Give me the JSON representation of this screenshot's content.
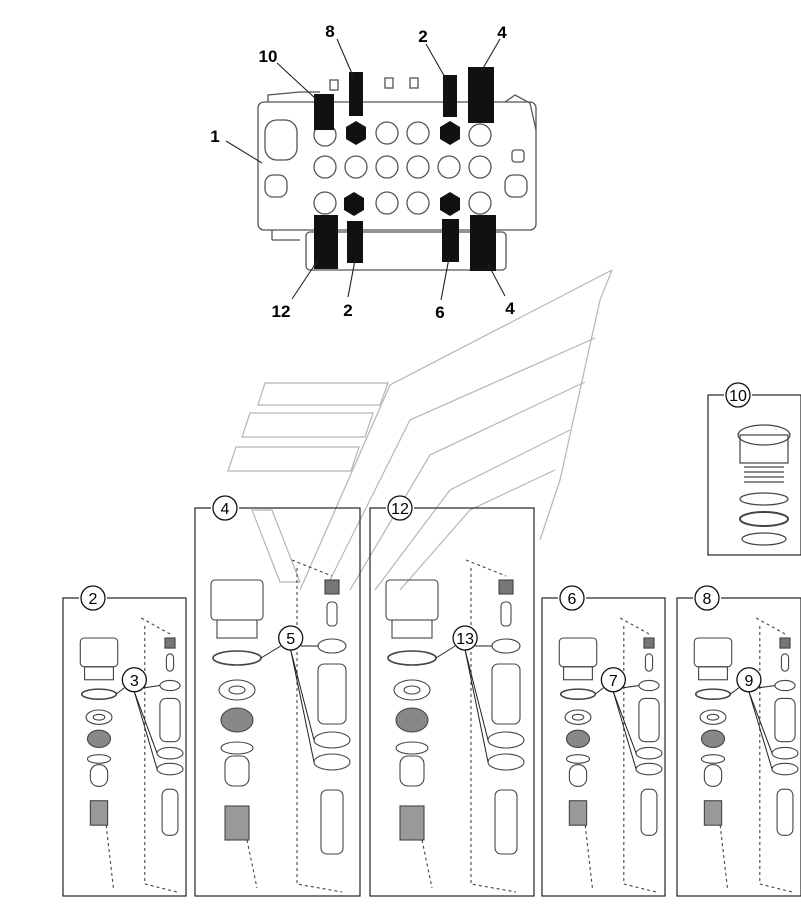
{
  "valve_block": {
    "callouts": [
      {
        "id": "c-1",
        "label": "1"
      },
      {
        "id": "c-10",
        "label": "10"
      },
      {
        "id": "c-8",
        "label": "8"
      },
      {
        "id": "c-2-top",
        "label": "2"
      },
      {
        "id": "c-4-top",
        "label": "4"
      },
      {
        "id": "c-12",
        "label": "12"
      },
      {
        "id": "c-2-bottom",
        "label": "2"
      },
      {
        "id": "c-6",
        "label": "6"
      },
      {
        "id": "c-4-bottom",
        "label": "4"
      }
    ]
  },
  "detail_panels": [
    {
      "id": "panel-2",
      "label": "2",
      "seal_kit": "3"
    },
    {
      "id": "panel-4",
      "label": "4",
      "seal_kit": "5"
    },
    {
      "id": "panel-12",
      "label": "12",
      "seal_kit": "13"
    },
    {
      "id": "panel-6",
      "label": "6",
      "seal_kit": "7"
    },
    {
      "id": "panel-8",
      "label": "8",
      "seal_kit": "9"
    },
    {
      "id": "panel-10",
      "label": "10"
    }
  ]
}
